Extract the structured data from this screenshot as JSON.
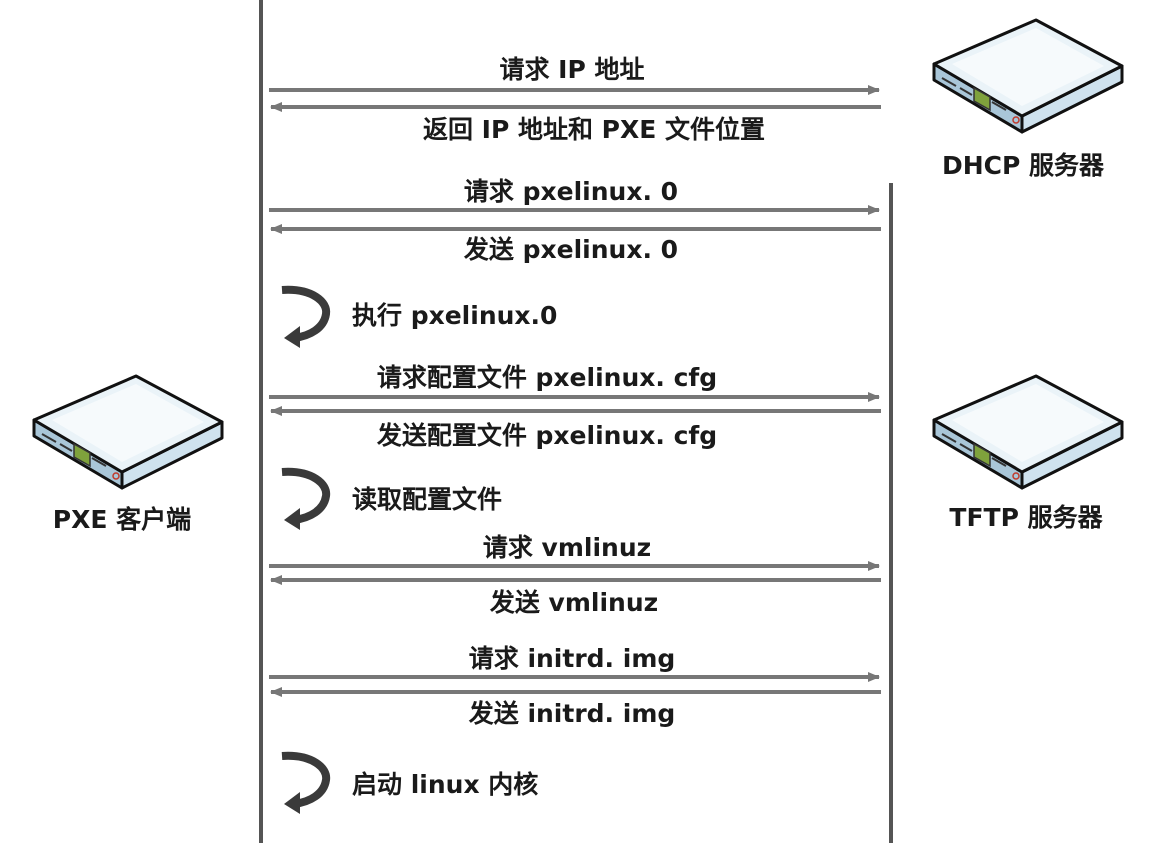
{
  "nodes": {
    "client": {
      "label": "PXE 客户端"
    },
    "dhcp": {
      "label": "DHCP 服务器"
    },
    "tftp": {
      "label": "TFTP 服务器"
    }
  },
  "messages": [
    {
      "label": "请求 IP 地址"
    },
    {
      "label": "返回 IP 地址和 PXE 文件位置"
    },
    {
      "label": "请求 pxelinux. 0"
    },
    {
      "label": "发送 pxelinux. 0"
    },
    {
      "label": "请求配置文件 pxelinux. cfg"
    },
    {
      "label": "发送配置文件 pxelinux. cfg"
    },
    {
      "label": "请求 vmlinuz"
    },
    {
      "label": "发送 vmlinuz"
    },
    {
      "label": "请求 initrd. img"
    },
    {
      "label": "发送 initrd. img"
    }
  ],
  "local_steps": [
    {
      "label": "执行 pxelinux.0"
    },
    {
      "label": "读取配置文件"
    },
    {
      "label": "启动 linux 内核"
    }
  ],
  "colors": {
    "lifeline": "#555555",
    "arrow": "#777777",
    "curl": "#3a3a3a",
    "server_top": "#eaf3f8",
    "server_front": "#cfe2ee",
    "server_side": "#a9c6d8",
    "server_outline": "#111111",
    "led": "#7fa23c"
  }
}
